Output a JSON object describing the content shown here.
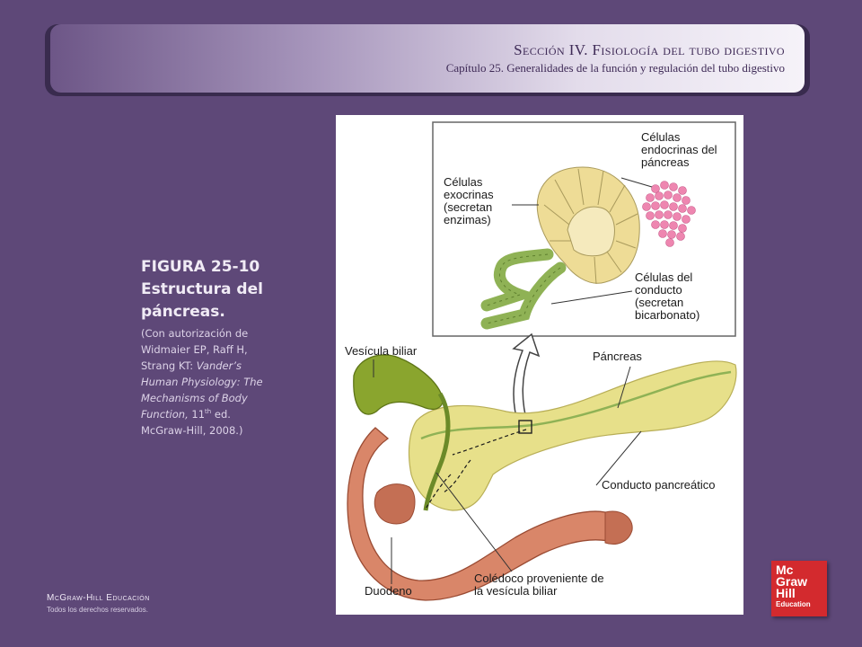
{
  "header": {
    "section": "Sección IV.  Fisiología del tubo digestivo",
    "chapter": "Capítulo 25.  Generalidades de la función y regulación del tubo digestivo"
  },
  "caption": {
    "title_line1": "FIGURA 25-10",
    "title_line2": "Estructura del páncreas.",
    "credit_prefix": "(Con autorización de Widmaier EP, Raff H, Strang KT: ",
    "credit_book": "Vander’s Human Physiology: The Mechanisms of Body Function,",
    "credit_edition_num": " 11",
    "credit_edition_sup": "th",
    "credit_suffix": " ed. McGraw-Hill, 2008.)"
  },
  "figure": {
    "labels": {
      "endocrine": "Células endocrinas del páncreas",
      "exocrine": "Células exocrinas (secretan enzimas)",
      "duct_cells": "Células del conducto (secretan bicarbonato)",
      "gallbladder": "Vesícula biliar",
      "pancreas": "Páncreas",
      "pancreatic_duct": "Conducto pancreático",
      "duodenum": "Duodeno",
      "bile_duct": "Colédoco proveniente de la vesícula biliar"
    },
    "colors": {
      "exocrine": "#eedc96",
      "duct": "#8fb255",
      "endocrine": "#ee86b0",
      "gallbladder": "#8aa52e",
      "pancreas": "#e7e08a",
      "duodenum": "#d98669"
    }
  },
  "footer": {
    "publisher": "McGraw-Hill Educación",
    "rights": "Todos los derechos reservados."
  },
  "logo": {
    "line1": "Mc",
    "line2": "Graw",
    "line3": "Hill",
    "line4": "Education"
  }
}
